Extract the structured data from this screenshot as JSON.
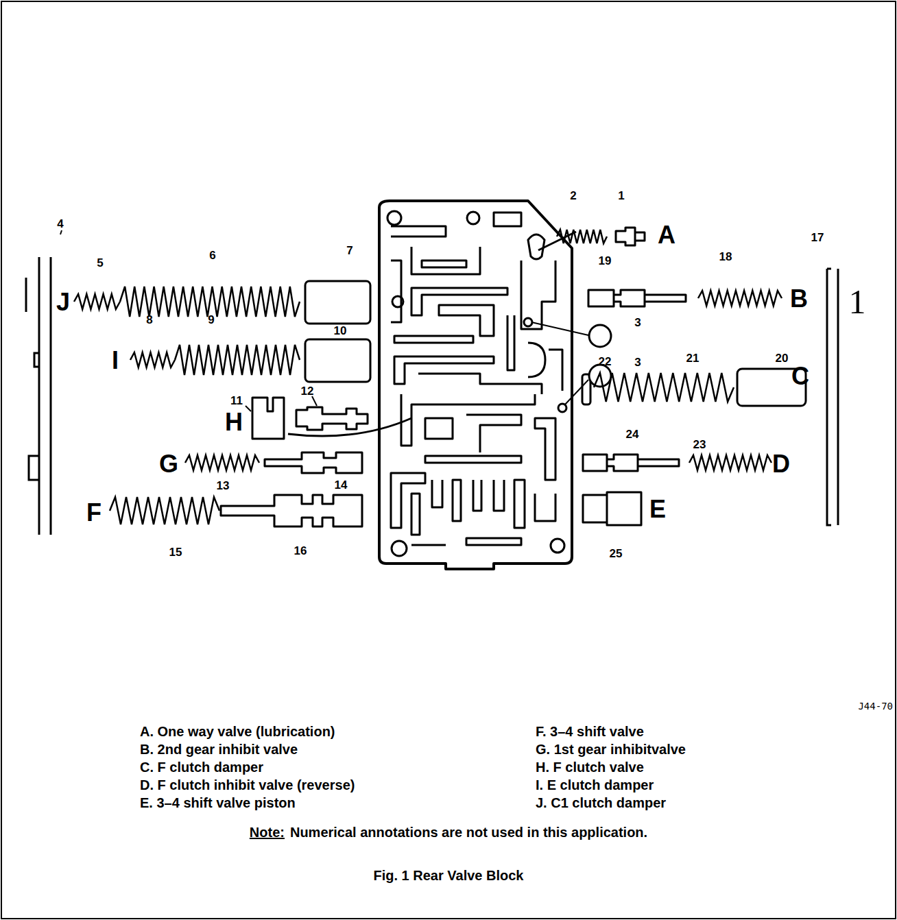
{
  "diagram": {
    "caption": "Fig. 1 Rear Valve Block",
    "labels": [
      "4",
      "2",
      "1",
      "A",
      "5",
      "6",
      "7",
      "J",
      "19",
      "18",
      "B",
      "17",
      "1",
      "3",
      "3",
      "8",
      "9",
      "10",
      "I",
      "12",
      "11",
      "H",
      "22",
      "21",
      "20",
      "C",
      "24",
      "23",
      "D",
      "G",
      "13",
      "14",
      "F",
      "15",
      "16",
      "E",
      "25",
      "J44-70",
      "A. One way valve (lubrication)",
      "B. 2nd gear inhibit valve",
      "C. F clutch damper",
      "D. F clutch inhibit valve (reverse)",
      "E. 3–4 shift valve piston",
      "F. 3–4 shift valve",
      "G. 1st gear inhibitvalve",
      "H. F clutch valve",
      "I. E clutch damper",
      "J. C1 clutch damper",
      "Note:",
      "Numerical annotations are not used in this application."
    ]
  }
}
